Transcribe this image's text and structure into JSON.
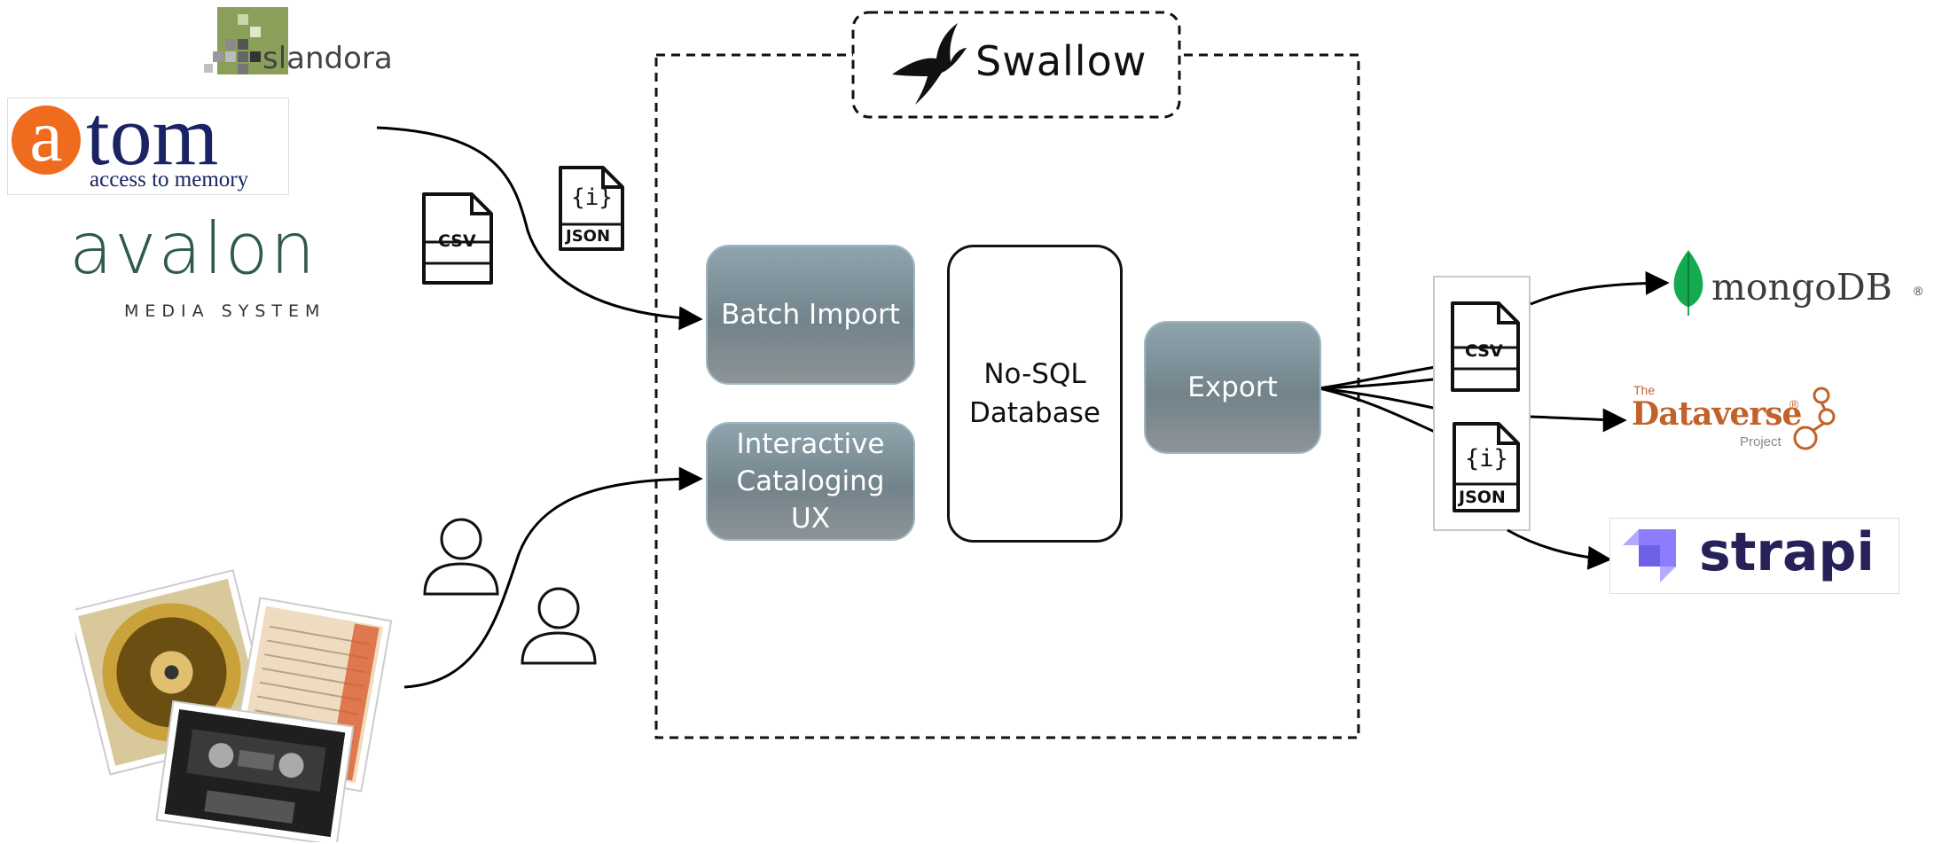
{
  "system": {
    "title": "Swallow"
  },
  "sources": {
    "islandora": {
      "text": "slandora"
    },
    "atom": {
      "a": "a",
      "tom": "tom",
      "sub": "access to memory"
    },
    "avalon": {
      "name": "avalon",
      "sub": "MEDIA SYSTEM"
    }
  },
  "files": {
    "csv": "CSV",
    "json_braces": "{i}",
    "json": "JSON"
  },
  "components": {
    "batch_import": "Batch Import",
    "interactive": "Interactive\nCataloging\nUX",
    "database": "No-SQL\nDatabase",
    "export": "Export"
  },
  "targets": {
    "mongodb": {
      "name": "mongoDB",
      "mark": "®"
    },
    "dataverse": {
      "the": "The",
      "name": "Dataverse",
      "mark": "®",
      "project": "Project"
    },
    "strapi": {
      "name": "strapi"
    }
  },
  "colors": {
    "node_fill": "#7d9099",
    "atom_orange": "#ef6c1f",
    "atom_navy": "#1a2464",
    "avalon_green": "#2f5a4a",
    "mongodb_green": "#13aa52",
    "dataverse_orange": "#c2622a",
    "strapi_navy": "#27215a",
    "strapi_purple": "#7b6cf0"
  },
  "icons": [
    "swallow-bird-icon",
    "csv-file-icon",
    "json-file-icon",
    "user-icon",
    "media-photos"
  ]
}
